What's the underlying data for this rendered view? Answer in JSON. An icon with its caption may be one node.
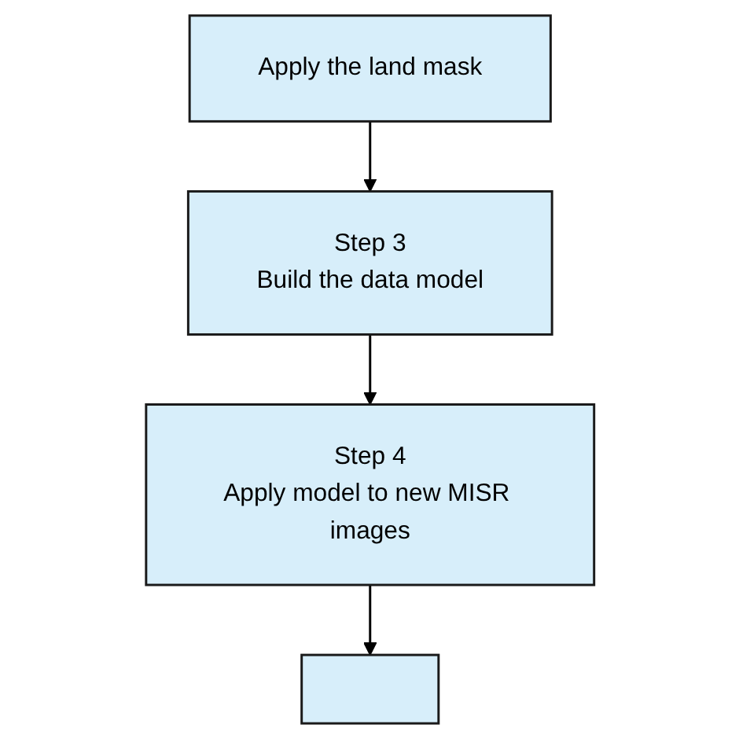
{
  "diagram": {
    "nodes": [
      {
        "text": [
          "Apply the land mask"
        ]
      },
      {
        "text": [
          "Step 3",
          "Build the data model"
        ]
      },
      {
        "text": [
          "Step 4",
          "Apply model to new MISR images"
        ]
      },
      {
        "text": [],
        "shape": "box"
      }
    ],
    "edges": [
      {
        "from": 0,
        "to": 1,
        "arrow": "to"
      },
      {
        "from": 1,
        "to": 2,
        "arrow": "to"
      },
      {
        "from": 2,
        "to": 3,
        "arrow": "to"
      }
    ]
  }
}
